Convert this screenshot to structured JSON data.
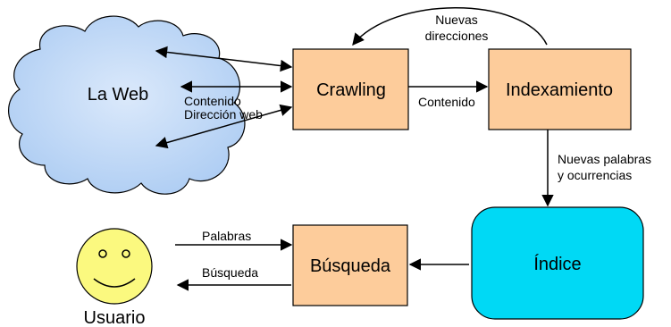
{
  "nodes": {
    "web": "La Web",
    "crawling": "Crawling",
    "indexamiento": "Indexamiento",
    "indice": "Índice",
    "busqueda": "Búsqueda",
    "usuario": "Usuario"
  },
  "edges": {
    "nuevas_direcciones_1": "Nuevas",
    "nuevas_direcciones_2": "direcciones",
    "contenido_crawl_index": "Contenido",
    "contenido_web": "Contenido",
    "direccion_web": "Dirección web",
    "nuevas_palabras_1": "Nuevas palabras",
    "nuevas_palabras_2": "y ocurrencias",
    "palabras": "Palabras",
    "busqueda_out": "Búsqueda"
  },
  "colors": {
    "process_fill": "#fdcc9b",
    "index_fill": "#00d9f5",
    "cloud_fill": "#c5dcf7",
    "face_fill": "#fbf97f"
  }
}
